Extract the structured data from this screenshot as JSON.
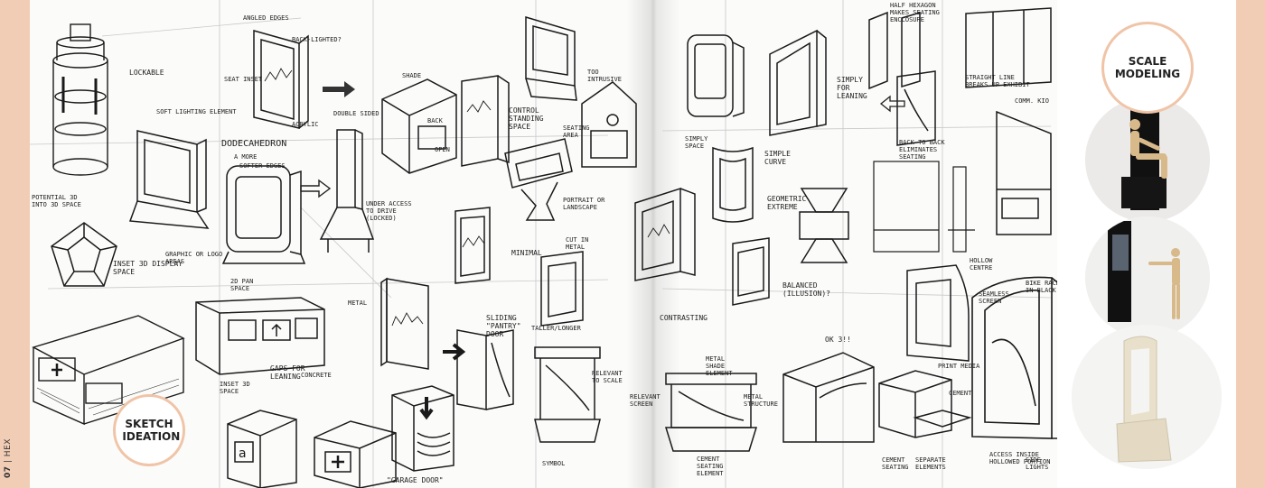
{
  "page": {
    "number": "07",
    "section": "HEX"
  },
  "badges": {
    "sketch": "SKETCH IDEATION",
    "scale": "SCALE MODELING"
  },
  "notes": {
    "lockable": "LOCKABLE",
    "angled_edges": "ANGLED EDGES",
    "back_lighted": "BACK-LIGHTED?",
    "seat_inset": "SEAT INSET",
    "acrylic": "ACRYLIC",
    "soft_lighting": "SOFT LIGHTING ELEMENT",
    "dodecahedron": "DODECAHEDRON",
    "double_sided": "DOUBLE SIDED",
    "a_more": "A MORE",
    "softer_edges": "SOFTER EDGES",
    "potential_3d": "POTENTIAL 3D INTO 3D SPACE",
    "graphic_logo": "GRAPHIC OR LOGO AREAS",
    "under_access": "UNDER ACCESS TO DRIVE (LOCKED)",
    "inset_3d_display": "INSET 3D DISPLAY SPACE",
    "inset_3d_space": "INSET 3D SPACE",
    "pan_space": "2D PAN SPACE",
    "metal": "METAL",
    "gaps_leaning": "GAPS FOR LEANING",
    "concrete": "CONCRETE",
    "shade": "SHADE",
    "back": "BACK",
    "open": "OPEN",
    "sliding_door": "SLIDING \"PANTRY\" DOOR",
    "garage_door": "\"GARAGE DOOR\"",
    "too_intrusive": "TOO INTRUSIVE",
    "control_standing": "CONTROL STANDING SPACE",
    "seating_area": "SEATING AREA",
    "portrait_landscape": "PORTRAIT OR LANDSCAPE",
    "minimal": "MINIMAL",
    "cut_metal": "CUT IN METAL",
    "taller_longer": "TALLER/LONGER",
    "relevant_to_scale": "RELEVANT TO SCALE",
    "metal_shade": "METAL SHADE ELEMENT",
    "relevant_screen": "RELEVANT SCREEN",
    "metal_structure": "METAL STRUCTURE",
    "symbol": "SYMBOL",
    "cement_seating": "CEMENT SEATING ELEMENT",
    "simply_for_leaning": "SIMPLY FOR LEANING",
    "simple_curve": "SIMPLE CURVE",
    "geometric_extreme": "GEOMETRIC EXTREME",
    "balanced": "BALANCED (ILLUSION)?",
    "contrasting": "CONTRASTING",
    "half_hexagon": "HALF HEXAGON MAKES SEATING ENCLOSURE",
    "straight_line": "STRAIGHT LINE BREAKS UP EXHIBIT",
    "back_to_back": "BACK TO BACK ELIMINATES SEATING",
    "simply_space": "SIMPLY SPACE",
    "hollow_centre": "HOLLOW CENTRE",
    "bike_rack": "BIKE RACK IN BLACK",
    "seamless_screen": "SEAMLESS SCREEN",
    "print_media": "PRINT MEDIA",
    "cement": "CEMENT",
    "access_inside": "ACCESS INSIDE HOLLOWED PORTION",
    "cement_seating2": "CEMENT SEATING",
    "separate_elements": "SEPARATE ELEMENTS",
    "side_lights": "SIDE LIGHTS",
    "ok_3": "OK 3!!",
    "comm_kiosk": "COMM. KIO"
  },
  "colors": {
    "accent": "#f2cdb6",
    "badge_ring": "#f0c4a7",
    "ink": "#222222"
  }
}
